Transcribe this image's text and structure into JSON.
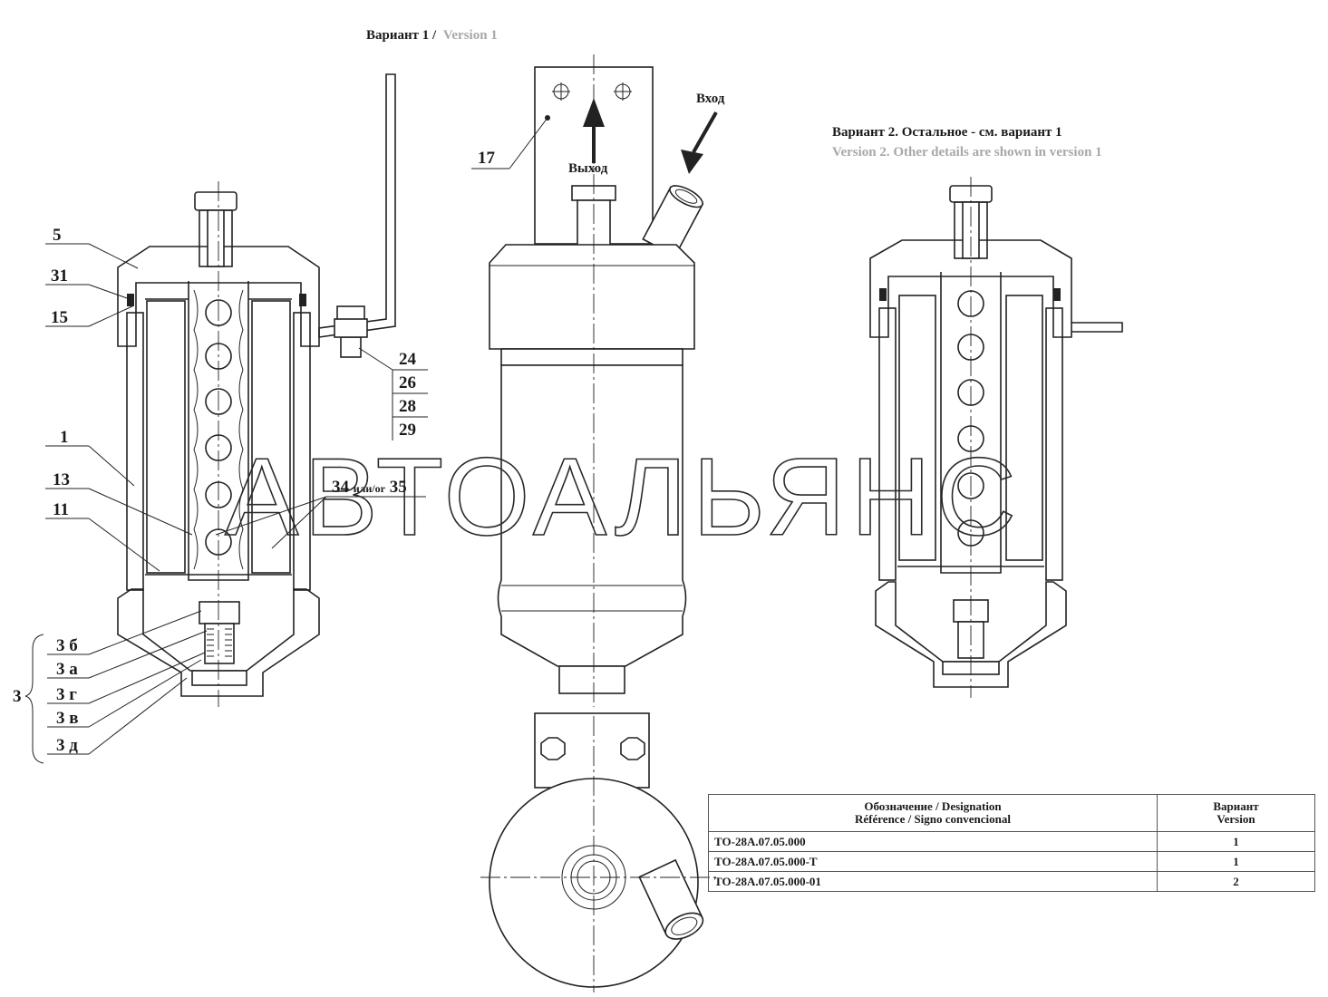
{
  "headings": {
    "variant1_ru": "Вариант 1 /",
    "variant1_en": "Version 1",
    "variant2_ru": "Вариант 2. Остальное - см. вариант 1",
    "variant2_en": "Version 2. Other details are shown in version 1"
  },
  "flow": {
    "inlet": "Вход",
    "outlet": "Выход"
  },
  "callouts": {
    "c5": "5",
    "c31": "31",
    "c15": "15",
    "c1": "1",
    "c13": "13",
    "c11": "11",
    "c17": "17",
    "c24": "24",
    "c26": "26",
    "c28": "28",
    "c29": "29",
    "c34": "34",
    "or_text": "или/or",
    "c35": "35",
    "group": "3",
    "g3b": "3 б",
    "g3a": "3 а",
    "g3g": "3 г",
    "g3v": "3 в",
    "g3d": "3 д"
  },
  "watermark": "АВТОАЛЬЯНС",
  "table": {
    "headers": {
      "designation_line1": "Обозначение / Designation",
      "designation_line2": "Référence / Signo convencional",
      "version_line1": "Вариант",
      "version_line2": "Version"
    },
    "rows": [
      {
        "designation": "ТО-28А.07.05.000",
        "version": "1"
      },
      {
        "designation": "ТО-28А.07.05.000-Т",
        "version": "1"
      },
      {
        "designation": "ТО-28А.07.05.000-01",
        "version": "2"
      }
    ]
  }
}
